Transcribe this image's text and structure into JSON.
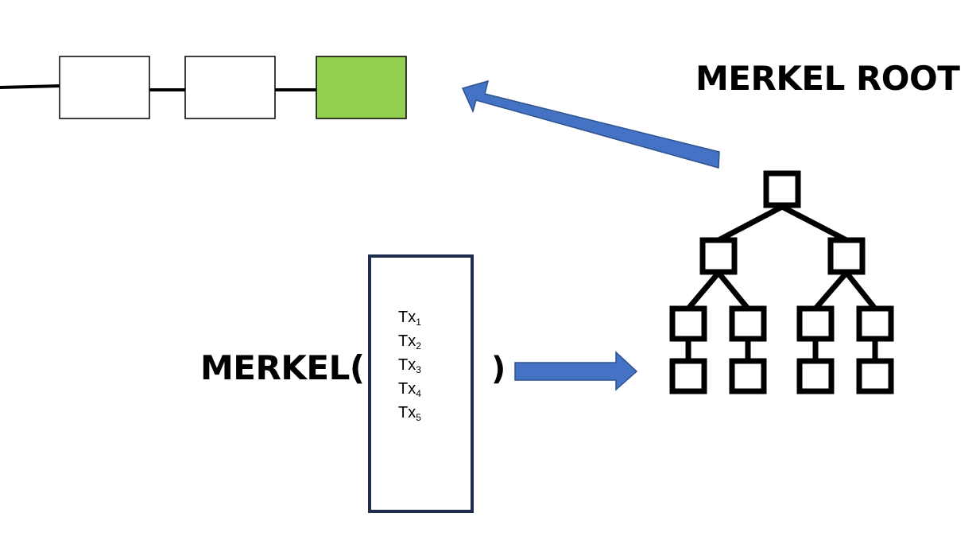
{
  "labels": {
    "merkel_root": "MERKEL ROOT",
    "merkel_open": "MERKEL(",
    "merkel_close": ")"
  },
  "transactions": [
    {
      "name": "Tx",
      "index": "1"
    },
    {
      "name": "Tx",
      "index": "2"
    },
    {
      "name": "Tx",
      "index": "3"
    },
    {
      "name": "Tx",
      "index": "4"
    },
    {
      "name": "Tx",
      "index": "5"
    }
  ],
  "colors": {
    "arrow_fill": "#4472c4",
    "arrow_stroke": "#2f528f",
    "latest_block": "#92d050",
    "tx_box_border": "#1f2d4f",
    "tree": "#000000"
  },
  "icons": {
    "tree": "merkle-tree-icon",
    "arrows": "block-arrow"
  }
}
